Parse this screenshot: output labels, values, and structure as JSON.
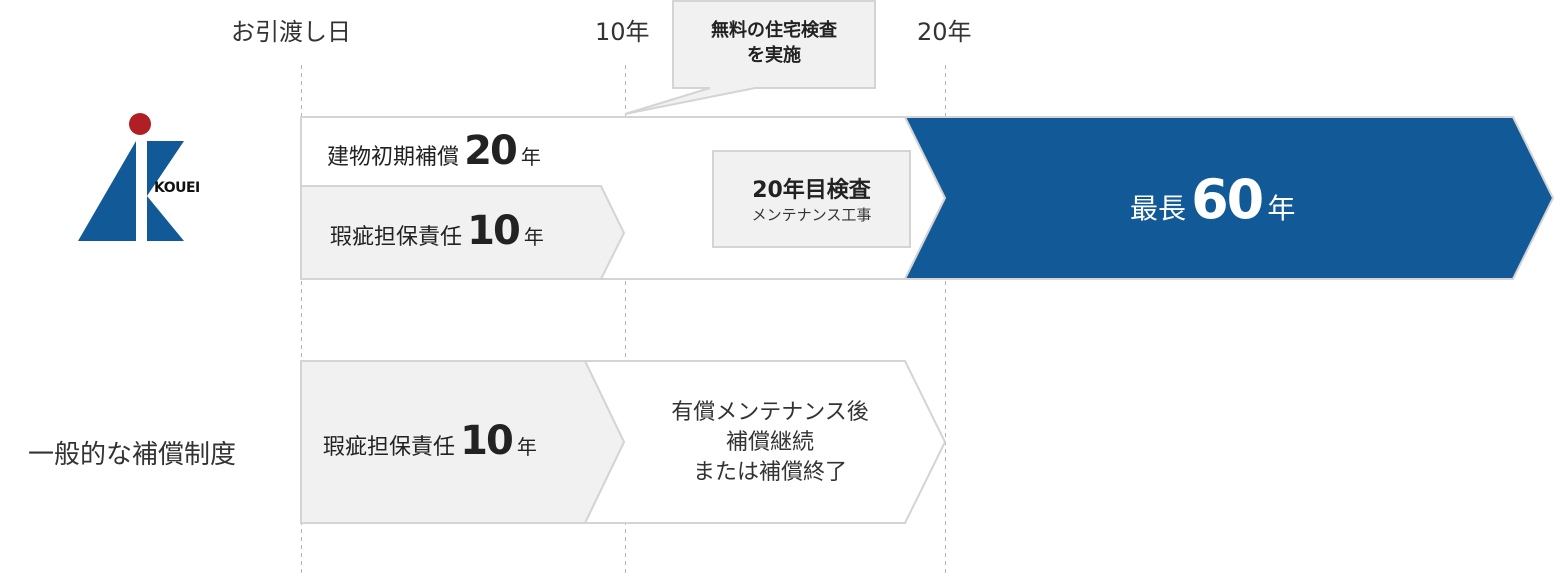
{
  "timeline": {
    "start_label": "お引渡し日",
    "mark_10": "10年",
    "mark_20": "20年"
  },
  "callout": {
    "line1": "無料の住宅検査",
    "line2": "を実施"
  },
  "koueI": {
    "logo_text": "KOUEI",
    "initial_label": "建物初期補償",
    "initial_value": "20",
    "initial_unit": "年",
    "defect_label": "瑕疵担保責任",
    "defect_value": "10",
    "defect_unit": "年",
    "inspection_title": "20年目検査",
    "inspection_sub": "メンテナンス工事",
    "max_label": "最長",
    "max_value": "60",
    "max_unit": "年"
  },
  "general": {
    "row_label": "一般的な補償制度",
    "defect_label": "瑕疵担保責任",
    "defect_value": "10",
    "defect_unit": "年",
    "after_line1": "有償メンテナンス後",
    "after_line2": "補償継続",
    "after_line3": "または補償終了"
  },
  "colors": {
    "brand_blue": "#115a97",
    "logo_red": "#b01f24",
    "box_gray": "#f1f1f1",
    "border_gray": "#d4d4d4"
  }
}
